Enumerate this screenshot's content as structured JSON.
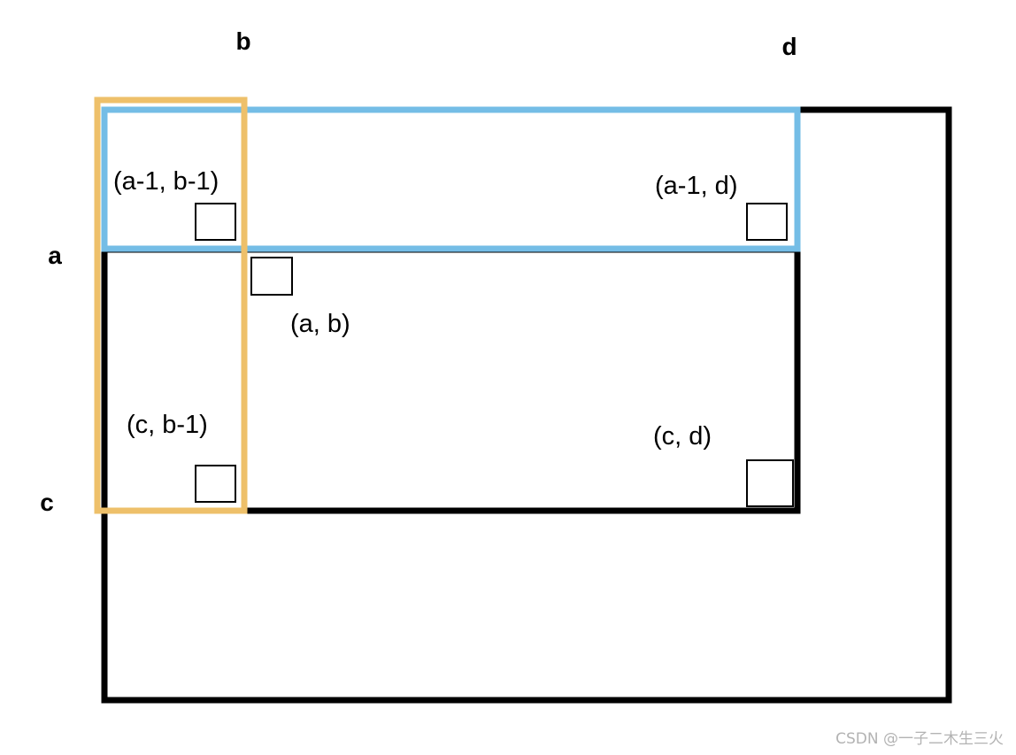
{
  "axis_labels": {
    "b": "b",
    "d": "d",
    "a": "a",
    "c": "c"
  },
  "cell_labels": {
    "a_minus_1_b_minus_1": "(a-1, b-1)",
    "a_minus_1_d": "(a-1, d)",
    "a_b": "(a, b)",
    "c_b_minus_1": "(c, b-1)",
    "c_d": "(c, d)"
  },
  "colors": {
    "outer_rect": "#000000",
    "query_rect": "#000000",
    "top_strip": "#74bde6",
    "left_strip": "#eec06a",
    "cell_box": "#000000"
  },
  "watermark": "CSDN @一子二木生三火"
}
